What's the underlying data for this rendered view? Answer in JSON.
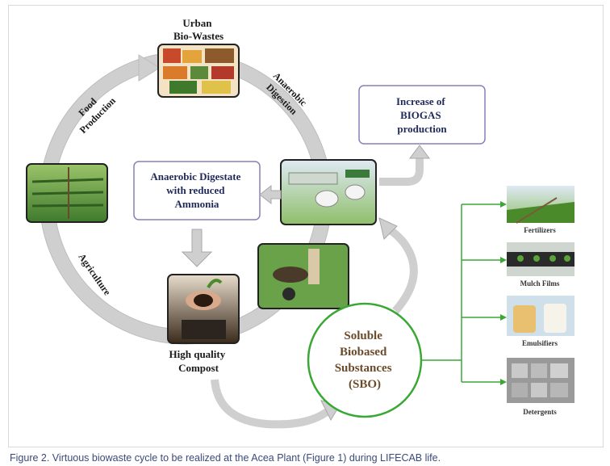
{
  "diagram": {
    "nodes": {
      "urban": [
        "Urban",
        "Bio-Wastes"
      ],
      "compost": [
        "High quality",
        "Compost"
      ],
      "increase": [
        "Increase of",
        "BIOGAS",
        "production"
      ],
      "digestate": [
        "Anaerobic Digestate",
        "with reduced",
        "Ammonia"
      ],
      "sbo": [
        "Soluble",
        "Biobased",
        "Substances",
        "(SBO)"
      ]
    },
    "cycle_labels": {
      "food": [
        "Food",
        "Production"
      ],
      "anaerobic": [
        "Anaerobic",
        "Digestion"
      ],
      "agriculture": "Agriculture"
    },
    "products": [
      "Fertilizers",
      "Mulch Films",
      "Emulsifiers",
      "Detergents"
    ]
  },
  "caption": "Figure 2. Virtuous biowaste cycle to be realized at the Acea Plant (Figure 1) during LIFECAB life.",
  "colors": {
    "cycle_arrow": "#cfcfcf",
    "box_border": "#8a7fb8",
    "sbo_border": "#3aa835",
    "product_lines": "#3aa835"
  }
}
